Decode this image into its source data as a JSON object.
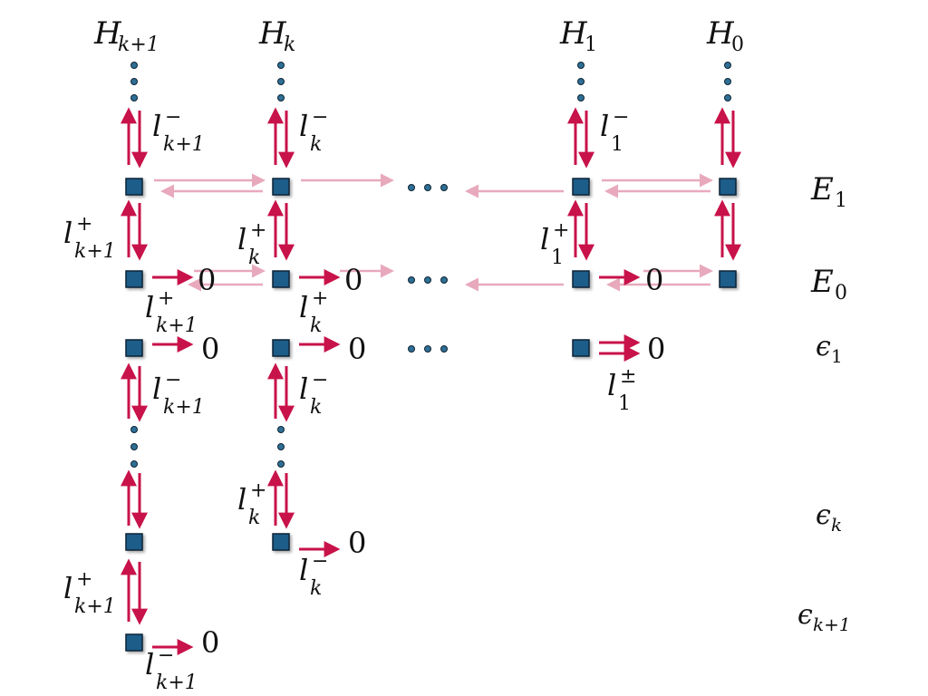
{
  "colors": {
    "arrow": "#c8124a",
    "arrow_faint": "#e8a9bd",
    "node_fill": "#1f5d8a",
    "node_stroke": "#0d2436",
    "dot": "#2f6f95",
    "text": "#111111"
  },
  "columns": [
    {
      "label": "H",
      "sub": "k+1"
    },
    {
      "label": "H",
      "sub": "k"
    },
    {
      "label": "H",
      "sub": "1"
    },
    {
      "label": "H",
      "sub": "0"
    }
  ],
  "rows": [
    {
      "label": "E",
      "sub": "1"
    },
    {
      "label": "E",
      "sub": "0"
    },
    {
      "label": "ϵ",
      "sub": "1"
    },
    {
      "label": "ϵ",
      "sub": "k"
    },
    {
      "label": "ϵ",
      "sub": "k+1"
    }
  ],
  "operators": {
    "lminus_k1": {
      "base": "l",
      "sub": "k+1",
      "sup": "−"
    },
    "lplus_k1": {
      "base": "l",
      "sub": "k+1",
      "sup": "+"
    },
    "lminus_k": {
      "base": "l",
      "sub": "k",
      "sup": "−"
    },
    "lplus_k": {
      "base": "l",
      "sub": "k",
      "sup": "+"
    },
    "lminus_1": {
      "base": "l",
      "sub": "1",
      "sup": "−"
    },
    "lplus_1": {
      "base": "l",
      "sub": "1",
      "sup": "+"
    },
    "lpm_1": {
      "base": "l",
      "sub": "1",
      "sup": "±"
    }
  },
  "zero": "0",
  "ellipsis": "⋯"
}
